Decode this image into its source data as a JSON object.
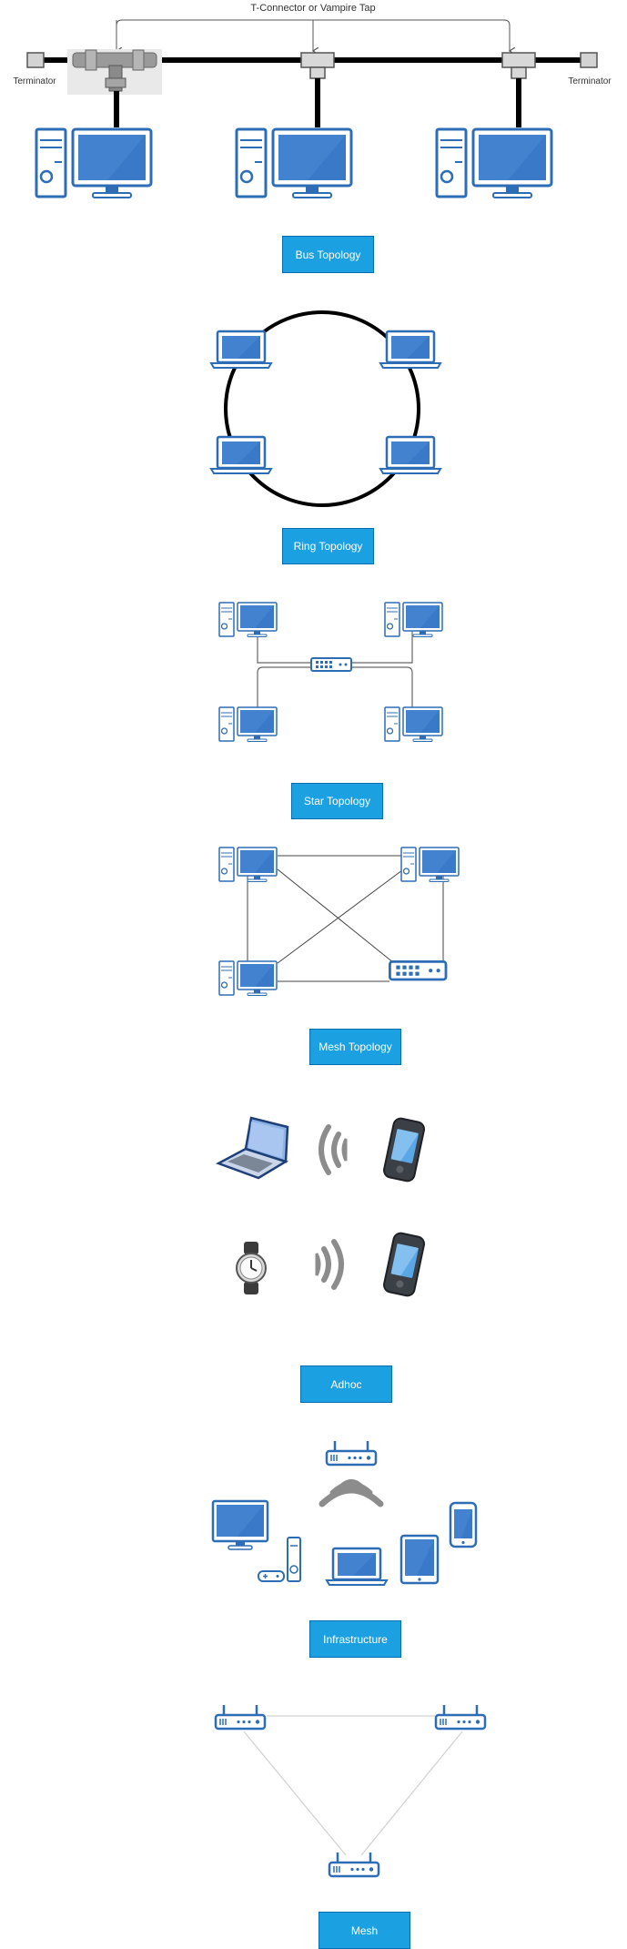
{
  "bus": {
    "connector_label": "T-Connector or Vampire Tap",
    "terminator_left": "Terminator",
    "terminator_right": "Terminator",
    "caption": "Bus Topology"
  },
  "ring": {
    "caption": "Ring Topology"
  },
  "star": {
    "caption": "Star Topology"
  },
  "mesh_topology": {
    "caption": "Mesh Topology"
  },
  "adhoc": {
    "caption": "Adhoc"
  },
  "infrastructure": {
    "caption": "Infrastructure"
  },
  "wireless_mesh": {
    "caption": "Mesh"
  },
  "colors": {
    "accent_blue": "#1ba1e2",
    "device_blue": "#2d6db5",
    "screen_blue": "#3a78c8",
    "line_black": "#000000",
    "wifi_gray": "#8c8c8c"
  }
}
